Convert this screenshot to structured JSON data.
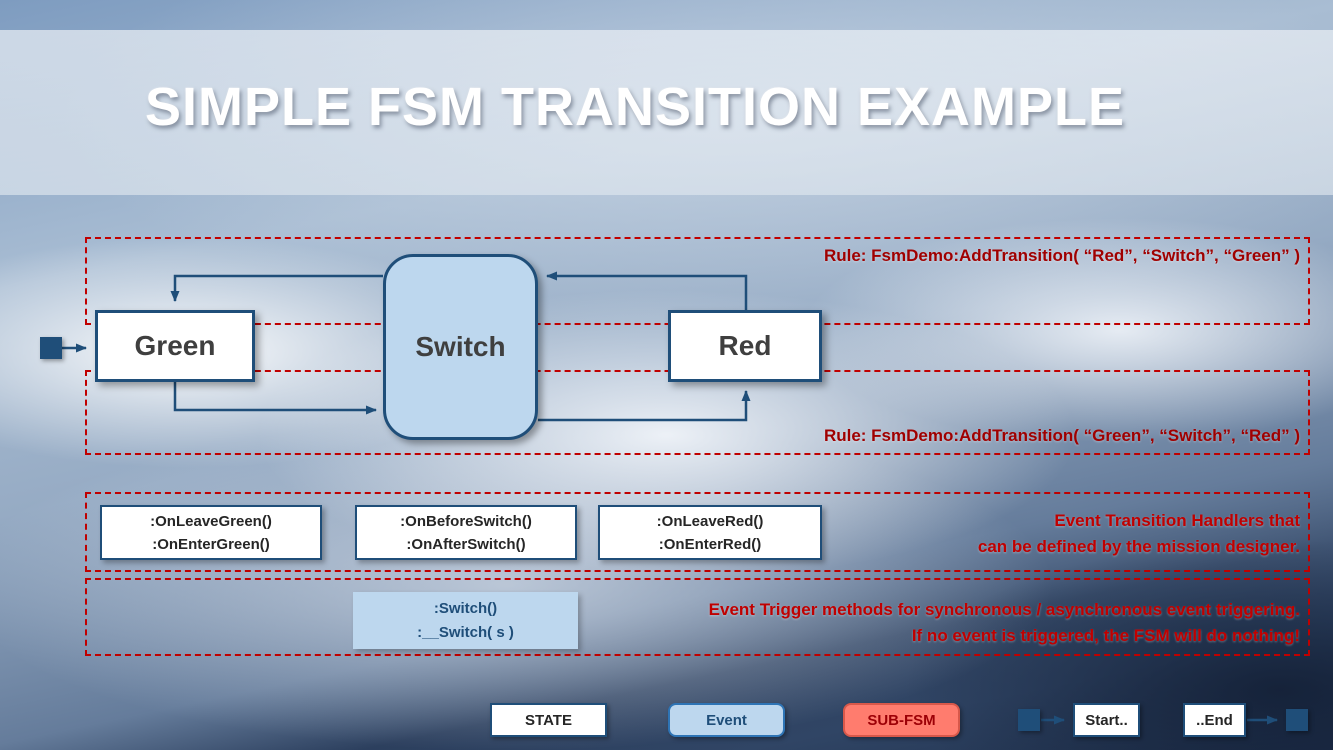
{
  "title": "SIMPLE FSM TRANSITION EXAMPLE",
  "diagram": {
    "states": {
      "green": "Green",
      "switch": "Switch",
      "red": "Red"
    },
    "rules": {
      "red_switch_green": "Rule: FsmDemo:AddTransition( “Red”, “Switch”, “Green” )",
      "green_switch_red": "Rule: FsmDemo:AddTransition( “Green”, “Switch”, “Red” )"
    }
  },
  "handlers": {
    "green": [
      ":OnLeaveGreen()",
      ":OnEnterGreen()"
    ],
    "switch": [
      ":OnBeforeSwitch()",
      ":OnAfterSwitch()"
    ],
    "red": [
      ":OnLeaveRed()",
      ":OnEnterRed()"
    ],
    "note": [
      "Event Transition Handlers that",
      "can be defined by the mission designer."
    ]
  },
  "triggers": {
    "methods": [
      ":Switch()",
      ":__Switch( s )"
    ],
    "note": [
      "Event Trigger methods for synchronous / asynchronous  event triggering.",
      "If no event is triggered, the FSM will do nothing!"
    ]
  },
  "legend": {
    "state": "STATE",
    "event": "Event",
    "sub_fsm": "SUB-FSM",
    "start": "Start..",
    "end": "..End"
  },
  "colors": {
    "arrow-blue": "#1F4E79",
    "event-fill": "#BDD7EE",
    "rule-red": "#A00000",
    "note-red": "#C00000",
    "subfsm-fill": "#FF7C6E",
    "dashed-border": "#C00000"
  }
}
